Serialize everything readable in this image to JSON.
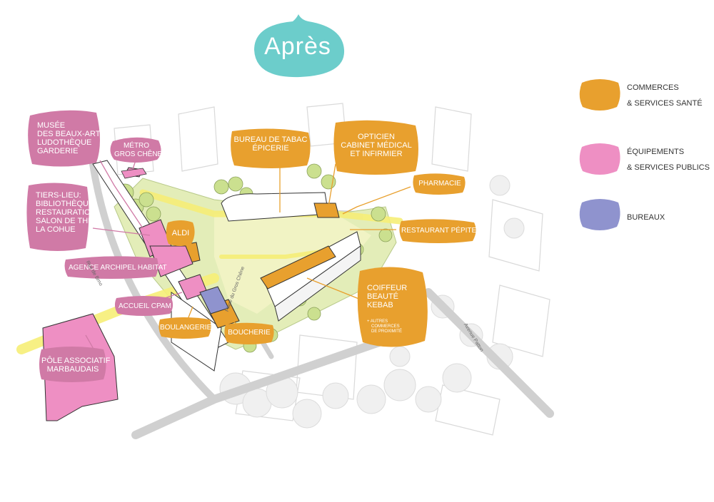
{
  "title": "Après",
  "colors": {
    "title_bubble": "#6CCDCB",
    "commerces": "#E8A02E",
    "equipements": "#D07AA6",
    "equipements_fill": "#EE8FC3",
    "bureaux": "#8F93CE",
    "green": "#C8DE87",
    "path_yellow": "#F6EE77",
    "road": "#D4D4D4"
  },
  "legend": [
    {
      "label_line1": "Commerces",
      "label_line2": "& services santé",
      "color": "#E8A02E"
    },
    {
      "label_line1": "Équipements",
      "label_line2": "& services publics",
      "color": "#EE8FC3"
    },
    {
      "label_line1": "Bureaux",
      "label_line2": "",
      "color": "#8F93CE"
    }
  ],
  "labels": {
    "musee": [
      "Musée",
      "des Beaux-Arts",
      "Ludothèque",
      "Garderie"
    ],
    "metro": [
      "Métro",
      "Gros Chêne"
    ],
    "tiers_lieu": [
      "Tiers-lieu:",
      "bibliothèque,",
      "restauration-",
      "salon de thé",
      "La Cohue"
    ],
    "aldi": "Aldi",
    "agence": "Agence Archipel Habitat",
    "accueil": "Accueil CPAM",
    "boulangerie": "Boulangerie",
    "boucherie": "Boucherie",
    "pole": [
      "Pôle associatif",
      "Marbaudais"
    ],
    "tabac": [
      "Bureau de tabac",
      "Épicerie"
    ],
    "opticien": [
      "Opticien",
      "cabinet médical",
      "et infirmier"
    ],
    "pharmacie": "Pharmacie",
    "restaurant": "Restaurant Pépites",
    "coiffeur": [
      "Coiffeur",
      "Beauté",
      "Kebab"
    ],
    "coiffeur_sub": [
      "+ Autres",
      "commerces",
      "de proximité"
    ]
  },
  "streets": {
    "patton": "Avenue Patton",
    "gros_chene": "Place du Gros Chêne",
    "left": "Rue de Brno"
  }
}
